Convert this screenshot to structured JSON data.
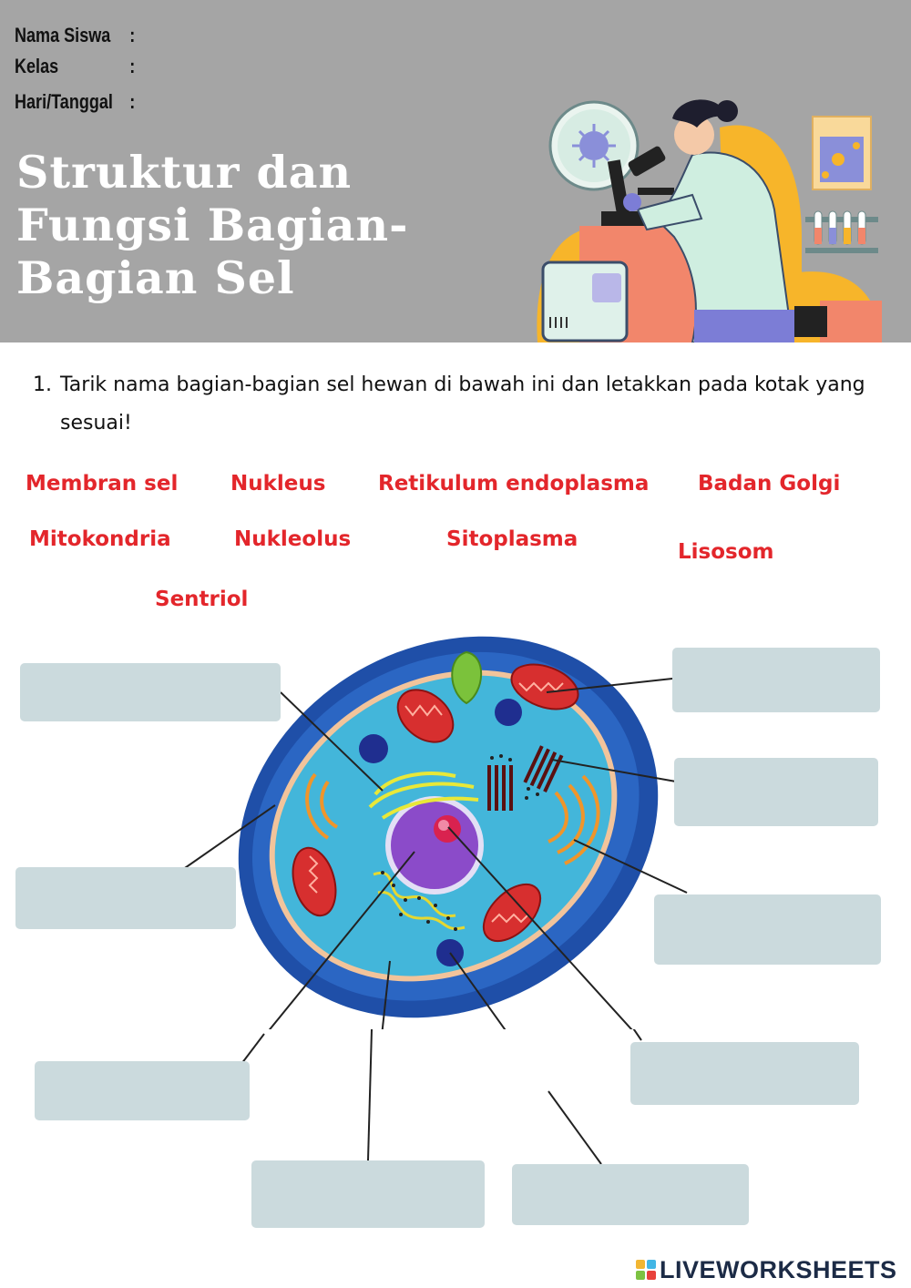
{
  "header": {
    "fields": [
      {
        "label": "Nama Siswa",
        "colon": ":"
      },
      {
        "label": "Kelas",
        "colon": ":"
      },
      {
        "label": "Hari/Tanggal",
        "colon": ":"
      }
    ],
    "title": "Struktur dan Fungsi Bagian-Bagian Sel",
    "illustration_icon": "scientist-microscope-illustration"
  },
  "question": {
    "number": "1.",
    "text": "Tarik nama bagian-bagian sel hewan di bawah ini dan letakkan pada kotak yang sesuai!"
  },
  "word_bank": [
    "Membran sel",
    "Nukleus",
    "Retikulum endoplasma",
    "Badan Golgi",
    "Mitokondria",
    "Nukleolus",
    "Sitoplasma",
    "Lisosom",
    "Sentriol"
  ],
  "answer_box_count_label": "",
  "diagram_icon": "animal-cell-diagram",
  "colors": {
    "header_bg": "#a5a5a5",
    "word_color": "#e3262b",
    "box_color": "#cbdadd",
    "cell_membrane": "#1f4fa8",
    "cytoplasm": "#43b6da"
  },
  "footer": {
    "brand": "LIVEWORKSHEETS",
    "logo_icon": "liveworksheets-logo-icon"
  }
}
